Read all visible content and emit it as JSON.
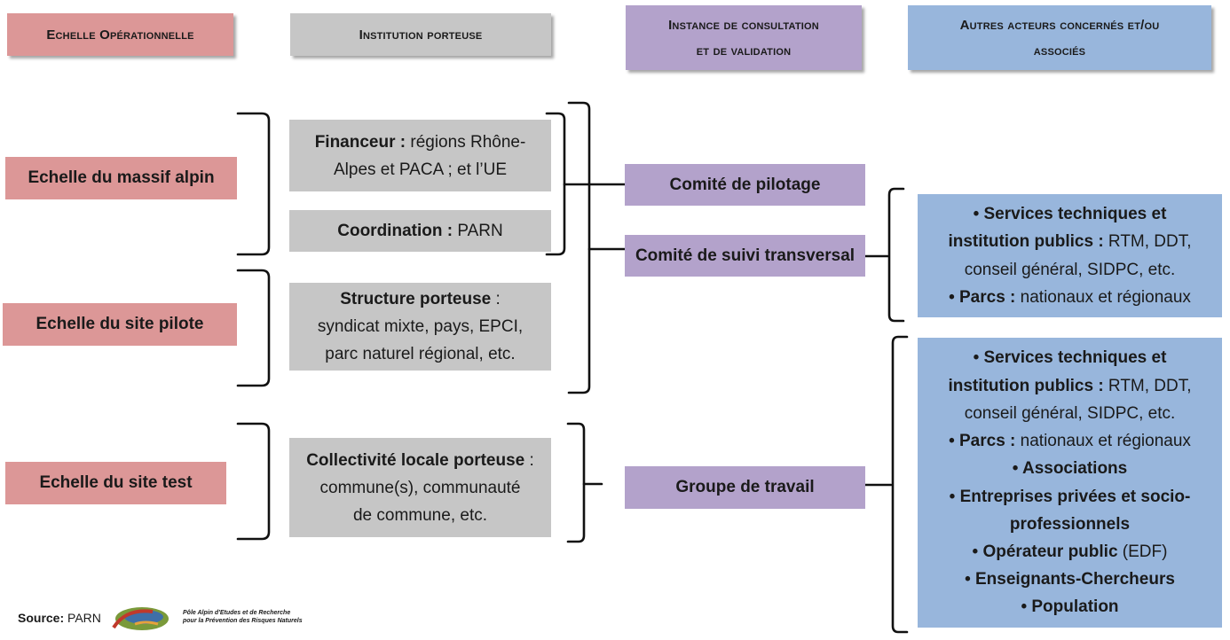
{
  "headers": {
    "col1": "Echelle Opérationnelle",
    "col2": "Institution porteuse",
    "col3_line1": "Instance de consultation",
    "col3_line2": "et de validation",
    "col4_line1": "Autres acteurs concernés et/ou",
    "col4_line2": "associés"
  },
  "scales": {
    "massif": "Echelle du massif alpin",
    "pilote": "Echelle du site pilote",
    "test": "Echelle du site test"
  },
  "institutions": {
    "financeur_label": "Financeur :",
    "financeur_text_1": " régions Rhône-",
    "financeur_text_2": "Alpes et PACA ; et l’UE",
    "coordination_label": "Coordination :",
    "coordination_text": " PARN",
    "structure_label": "Structure porteuse",
    "structure_colon": " :",
    "structure_line2": "syndicat mixte, pays, EPCI,",
    "structure_line3": "parc naturel régional, etc.",
    "collectivite_label": "Collectivité locale porteuse",
    "collectivite_colon": " :",
    "collectivite_line2": "commune(s), communauté",
    "collectivite_line3": "de commune, etc."
  },
  "instances": {
    "pilotage": "Comité de pilotage",
    "suivi": "Comité de suivi transversal",
    "groupe": "Groupe de travail"
  },
  "actors_top": {
    "line1": "• Services techniques et",
    "line2_label": "institution publics :",
    "line2_text": " RTM, DDT,",
    "line3": "conseil général, SIDPC, etc.",
    "line4_label": "• Parcs :",
    "line4_text": " nationaux et régionaux"
  },
  "actors_bottom": {
    "line1": "• Services techniques et",
    "line2_label": "institution publics :",
    "line2_text": " RTM, DDT,",
    "line3": "conseil général, SIDPC, etc.",
    "line4_label": "• Parcs :",
    "line4_text": " nationaux et régionaux",
    "line5": "• Associations",
    "line6": "• Entreprises privées et socio-",
    "line7": "professionnels",
    "line8_label": "• Opérateur public",
    "line8_text": " (EDF)",
    "line9": "• Enseignants-Chercheurs",
    "line10": "• Population"
  },
  "source": {
    "label": "Source:",
    "text": " PARN",
    "logo_line1": "Pôle Alpin d'Etudes et de Recherche",
    "logo_line2": "pour la Prévention des Risques Naturels"
  },
  "colors": {
    "pink": "#dc9797",
    "gray": "#c6c6c6",
    "purple": "#b3a2cb",
    "blue": "#98b6dc"
  }
}
